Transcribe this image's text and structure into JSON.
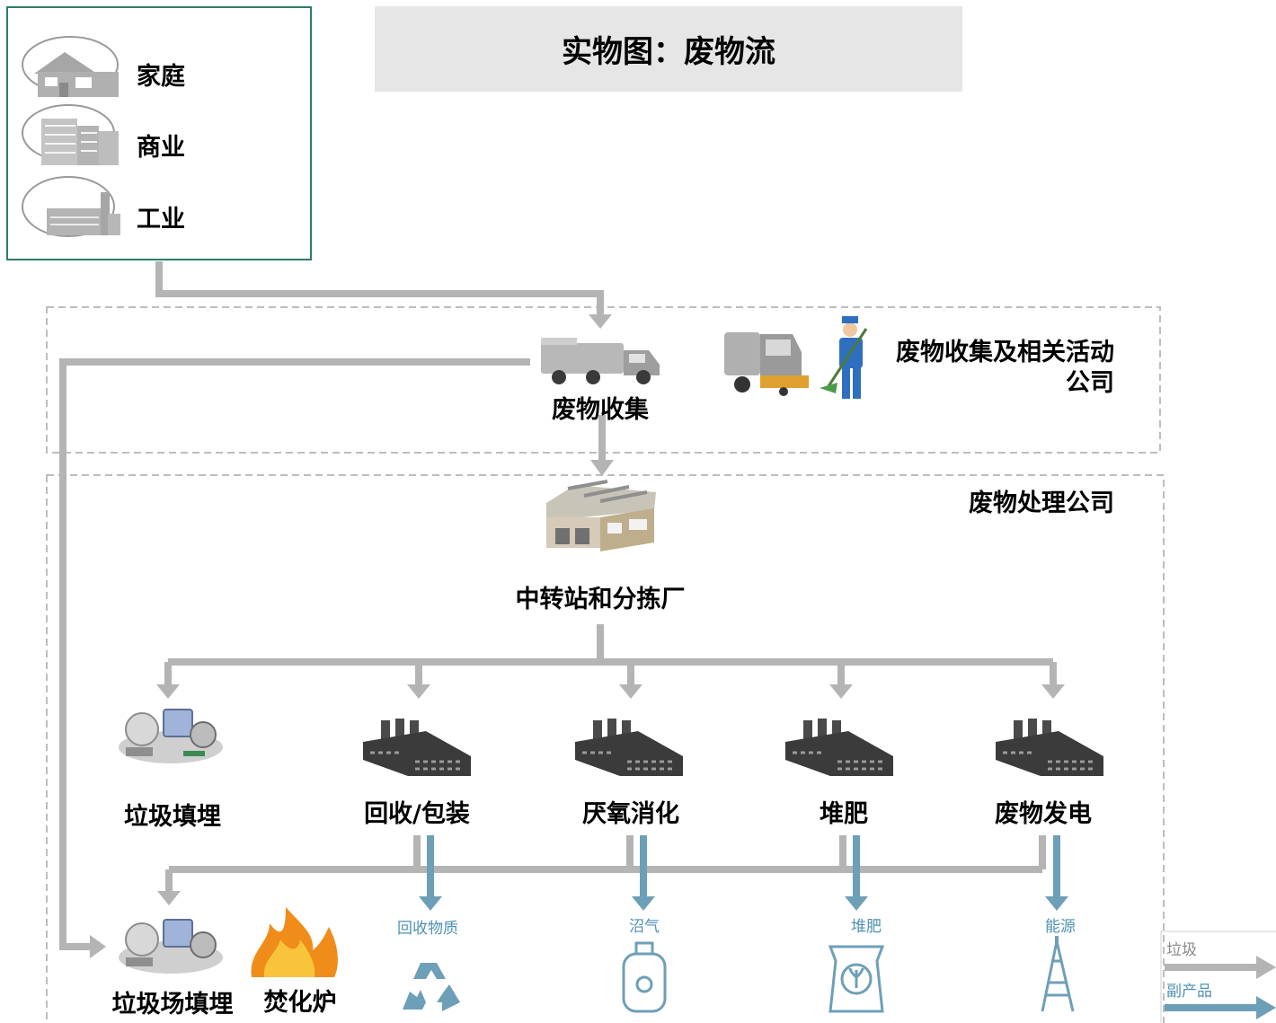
{
  "title": "实物图：废物流",
  "sources": {
    "items": [
      {
        "label": "家庭",
        "icon": "house-icon"
      },
      {
        "label": "商业",
        "icon": "office-building-icon"
      },
      {
        "label": "工业",
        "icon": "factory-building-icon"
      }
    ]
  },
  "collection_zone": {
    "label": "废物收集及相关活动\n公司",
    "label_line1": "废物收集及相关活动",
    "label_line2": "公司",
    "node": "废物收集"
  },
  "processing_zone": {
    "label": "废物处理公司",
    "hub": "中转站和分拣厂",
    "processes": [
      "垃圾填埋",
      "回收/包装",
      "厌氧消化",
      "堆肥",
      "废物发电"
    ]
  },
  "outputs": {
    "disposal": [
      "垃圾场填埋",
      "焚化炉"
    ],
    "byproducts": [
      "回收物质",
      "沼气",
      "堆肥",
      "能源"
    ]
  },
  "legend": {
    "waste": "垃圾",
    "byproduct": "副产品"
  },
  "colors": {
    "waste": "#b4b4b4",
    "byproduct": "#6e9fb8",
    "zone_border": "#bdbdbd",
    "source_border": "#2e7d5e"
  }
}
